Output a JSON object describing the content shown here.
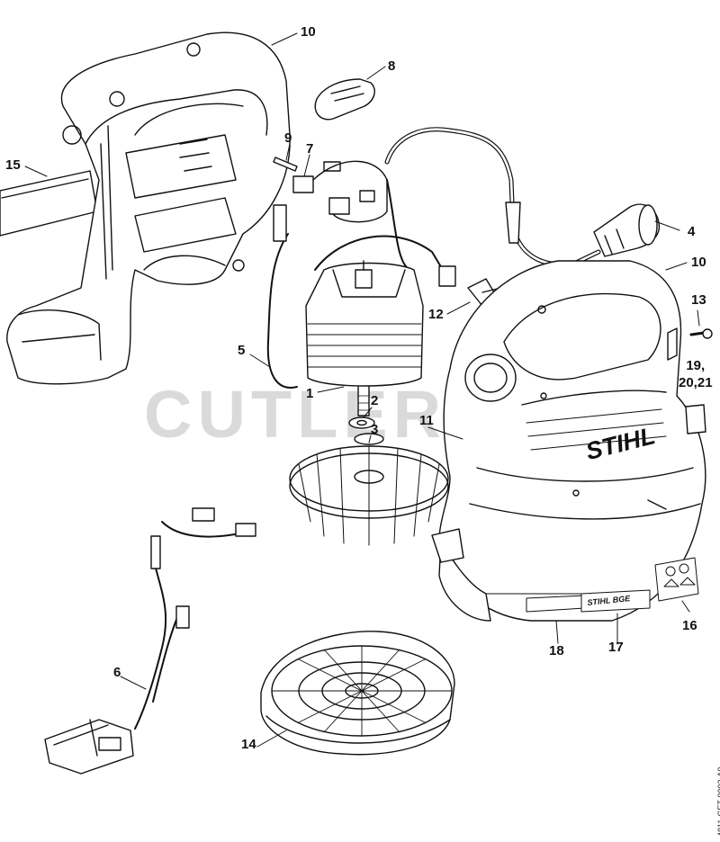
{
  "diagram": {
    "watermark": "CUTLER'S",
    "brand_mark": "STIHL",
    "decal_text": "STIHL BGE",
    "doc_id": "4811-GET-0002-A0",
    "callouts": [
      {
        "id": "c10a",
        "text": "10"
      },
      {
        "id": "c8",
        "text": "8"
      },
      {
        "id": "c9",
        "text": "9"
      },
      {
        "id": "c7",
        "text": "7"
      },
      {
        "id": "c15",
        "text": "15"
      },
      {
        "id": "c4",
        "text": "4"
      },
      {
        "id": "c10b",
        "text": "10"
      },
      {
        "id": "c13",
        "text": "13"
      },
      {
        "id": "c12",
        "text": "12"
      },
      {
        "id": "c5",
        "text": "5"
      },
      {
        "id": "c19",
        "text": "19,\n20,21"
      },
      {
        "id": "c1",
        "text": "1"
      },
      {
        "id": "c2",
        "text": "2"
      },
      {
        "id": "c3",
        "text": "3"
      },
      {
        "id": "c11",
        "text": "11"
      },
      {
        "id": "c16",
        "text": "16"
      },
      {
        "id": "c18",
        "text": "18"
      },
      {
        "id": "c17",
        "text": "17"
      },
      {
        "id": "c6",
        "text": "6"
      },
      {
        "id": "c14",
        "text": "14"
      }
    ]
  }
}
